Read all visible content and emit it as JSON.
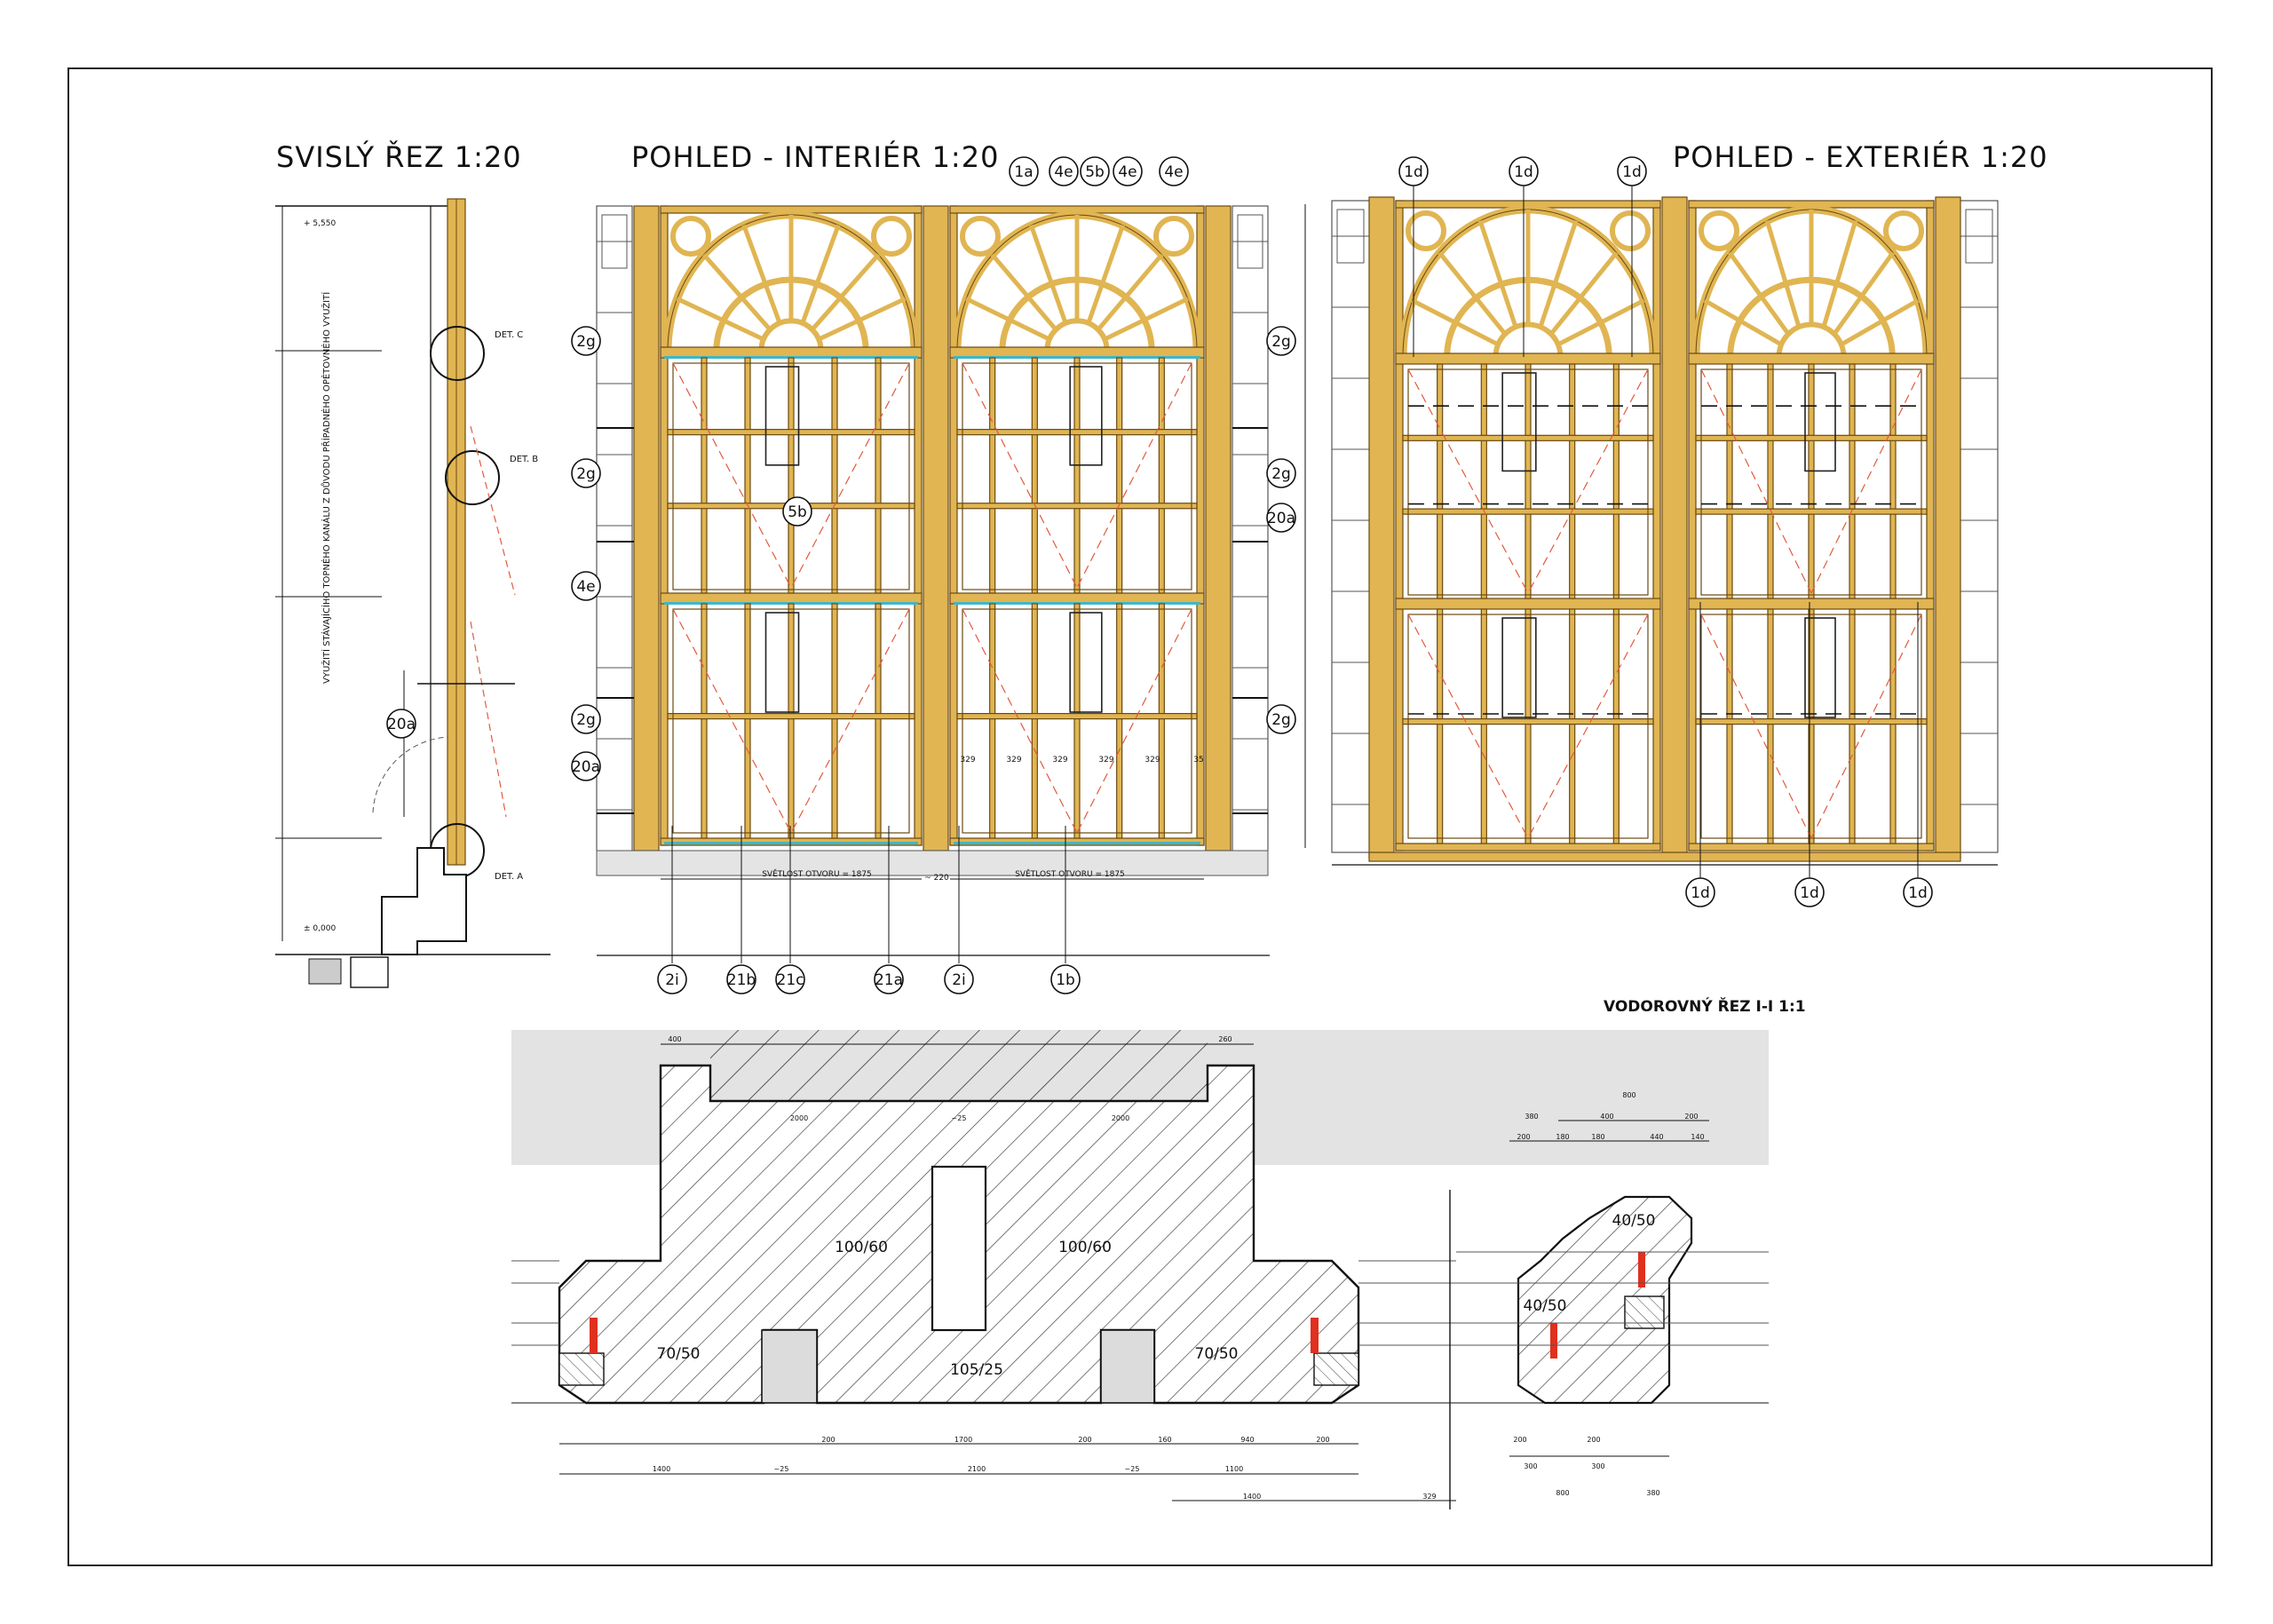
{
  "titles": {
    "vertical_section": "SVISLÝ ŘEZ  1:20",
    "interior_view": "POHLED - INTERIÉR  1:20",
    "exterior_view": "POHLED - EXTERIÉR  1:20",
    "horizontal_section": "VODOROVNÝ ŘEZ I-I  1:1"
  },
  "section_marks": {
    "det_a": "DET. A",
    "det_b": "DET. B",
    "det_c": "DET. C",
    "note": "VYUŽITÍ STÁVAJÍCÍHO TOPNÉHO KANÁLU Z DŮVODU PŘÍPADNÉHO OPĚTOVNÉHO VYUŽITÍ",
    "callout_20a": "20a",
    "level_top": "+ 5,550",
    "level_zero": "± 0,000"
  },
  "interior_callouts": {
    "top": [
      "1a",
      "4e",
      "5b",
      "4e",
      "4e"
    ],
    "left": [
      "4e",
      "2g",
      "2g",
      "2g",
      "20a"
    ],
    "right": [
      "2g",
      "2g",
      "20a",
      "2g"
    ],
    "inner": "5b",
    "bottom": [
      "2i",
      "21b",
      "21c",
      "21a",
      "2i",
      "1b"
    ]
  },
  "interior_dims": {
    "opening_left": "SVĚTLOST OTVORU = 1875",
    "opening_right": "SVĚTLOST OTVORU = 1875",
    "mid": "~ 220",
    "module": [
      "329",
      "329",
      "329",
      "329",
      "329",
      "35"
    ]
  },
  "exterior_callouts": {
    "top": [
      "1d",
      "1d",
      "1d"
    ],
    "bottom": [
      "1d",
      "1d",
      "1d"
    ]
  },
  "plan_labels": [
    "100/60",
    "100/60",
    "70/50",
    "105/25",
    "70/50",
    "40/50",
    "40/50"
  ],
  "plan_dims": {
    "top": [
      "400",
      "260",
      "2000",
      "~25",
      "2000",
      "800",
      "380",
      "400",
      "200",
      "200",
      "180",
      "180",
      "440",
      "140"
    ],
    "bottom": [
      "1400",
      "~25",
      "200",
      "1700",
      "200",
      "~25",
      "2100",
      "160",
      "940",
      "200",
      "1100",
      "1400",
      "329",
      "200",
      "300",
      "200",
      "300",
      "800",
      "380"
    ]
  },
  "colors": {
    "timber": "#e0b552",
    "timber_dark": "#6b4a12",
    "hatch": "#444444",
    "wall_gray": "#e3e3e3",
    "red_mark": "#e0301e",
    "cyan_sill": "#3fb7c9",
    "dash_red": "#e25a3c"
  }
}
